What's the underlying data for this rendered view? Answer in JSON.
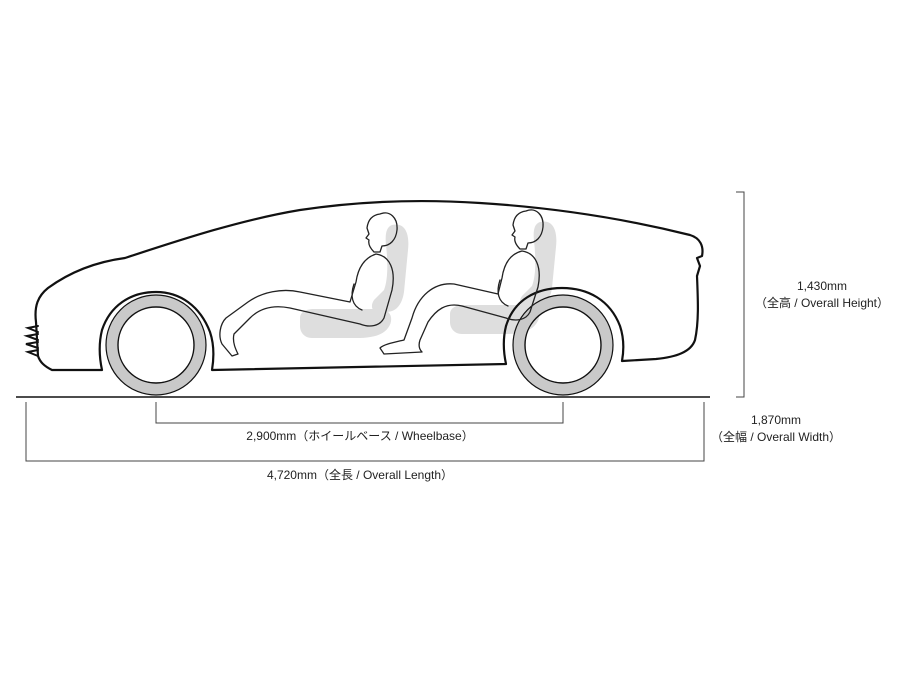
{
  "dimensions": {
    "height": {
      "value": "1,430mm",
      "label": "（全高 / Overall Height）"
    },
    "width": {
      "value": "1,870mm",
      "label": "（全幅 / Overall Width）"
    },
    "wheelbase": {
      "text": "2,900mm（ホイールベース / Wheelbase）"
    },
    "length": {
      "text": "4,720mm（全長 / Overall Length）"
    }
  },
  "colors": {
    "outline": "#111111",
    "tire": "#c9c9c9",
    "seat": "#dedede",
    "dimension_line": "#444444"
  }
}
